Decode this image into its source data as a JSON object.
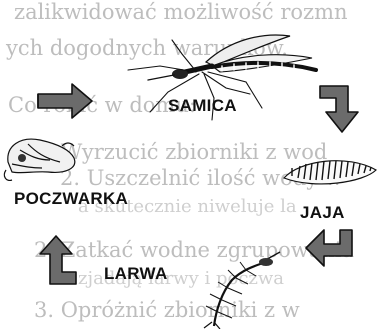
{
  "background_text": {
    "line1": "zalikwidować możliwość rozmn",
    "line2": "ych dogodnych warunków.",
    "line3": "Co robić w domu:",
    "line4": "1. Wyrzucić zbiorniki z wod",
    "line5": "2. Uszczelnić ilość wody w",
    "line6": "a skutecznie niweluje la",
    "line7": "2. Zatkać wodne zgrupowania",
    "line8": "zjadają larwy i poczwa",
    "line9": "3. Opróżnić zbiorniki z w"
  },
  "stages": {
    "female": "SAMICA",
    "eggs": "JAJA",
    "larva": "LARWA",
    "pupa": "POCZWARKA"
  }
}
